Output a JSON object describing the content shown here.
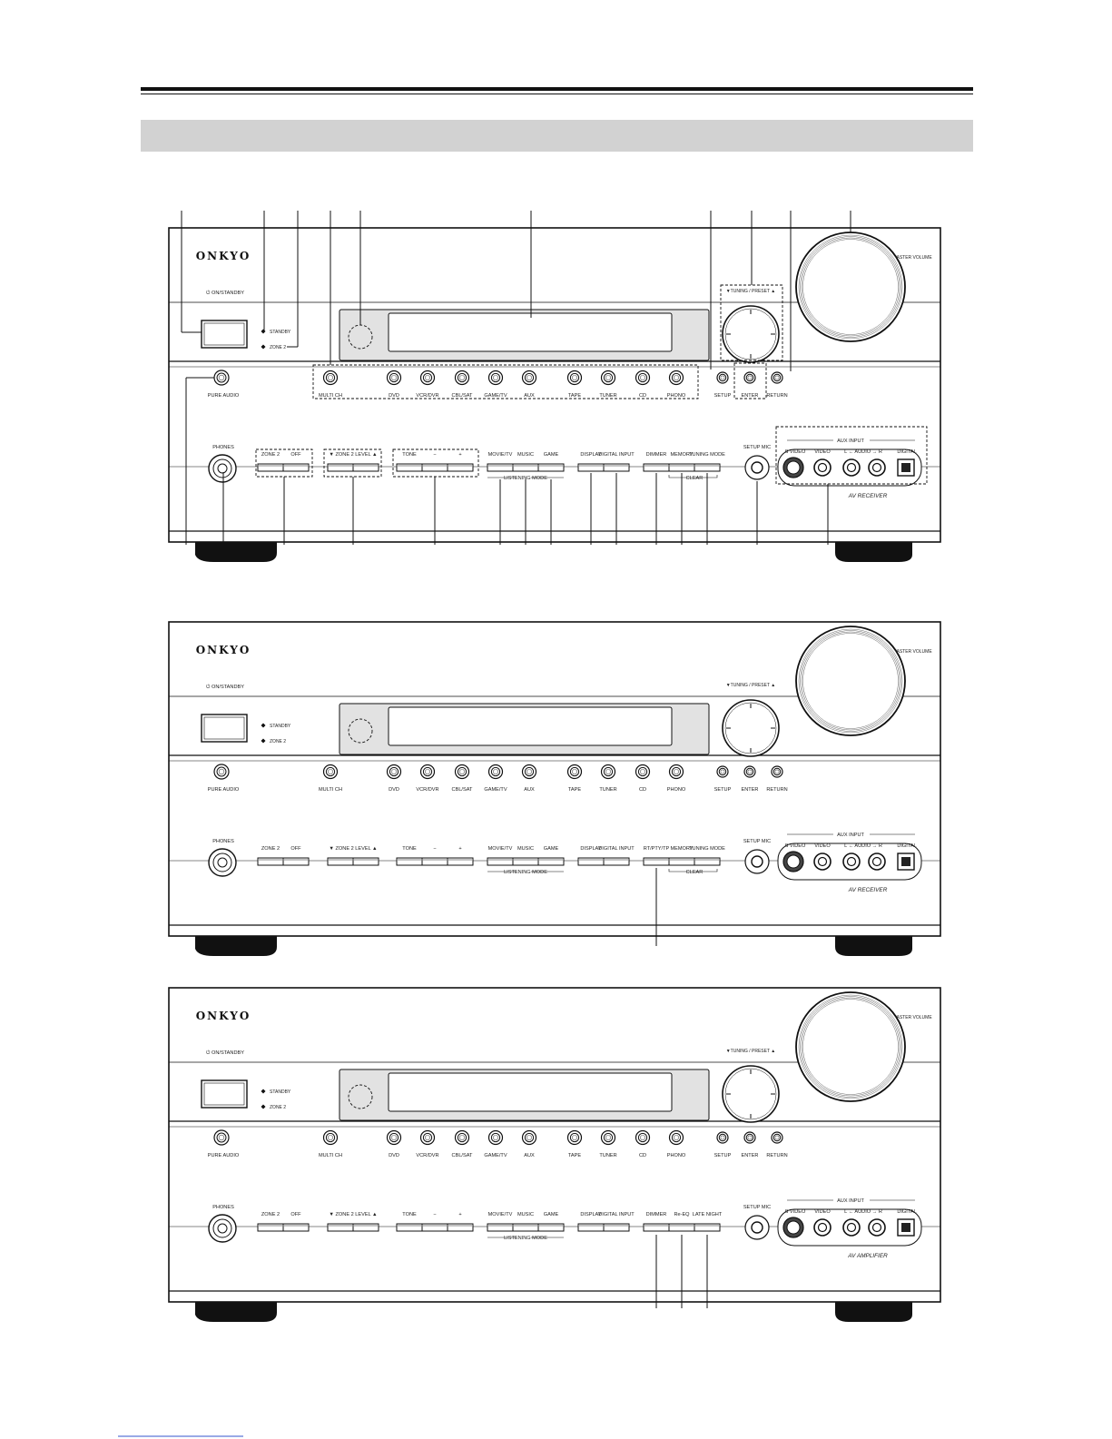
{
  "brand": "ONKYO",
  "power": "ON/STANDBY",
  "indicators": [
    "STANDBY",
    "ZONE 2"
  ],
  "top_buttons": {
    "pure_audio": "PURE AUDIO",
    "inputs": [
      "MULTI CH",
      "DVD",
      "VCR/DVR",
      "CBL/SAT",
      "GAME/TV",
      "AUX",
      "TAPE",
      "TUNER",
      "CD",
      "PHONO"
    ],
    "setup_group": [
      "SETUP",
      "ENTER",
      "RETURN"
    ]
  },
  "tuning_label": "TUNING / PRESET",
  "master_volume": "MASTER VOLUME",
  "phones": "PHONES",
  "zone2_buttons": [
    "ZONE 2",
    "OFF"
  ],
  "zone2_level": "ZONE 2 LEVEL",
  "tone_buttons": [
    "TONE",
    "−",
    "+"
  ],
  "listening_buttons": [
    "MOVIE/TV",
    "MUSIC",
    "GAME"
  ],
  "listening_mode": "LISTENING MODE",
  "display_buttons": [
    "DISPLAY",
    "DIGITAL INPUT"
  ],
  "clear_label": "CLEAR",
  "setup_mic": "SETUP MIC",
  "aux_input": {
    "title": "AUX INPUT",
    "labels": [
      "S VIDEO",
      "VIDEO",
      "L ← AUDIO → R",
      "DIGITAL"
    ]
  },
  "panels": [
    {
      "right_buttons": [
        "DIMMER",
        "MEMORY",
        "TUNING MODE"
      ],
      "model": "AV RECEIVER"
    },
    {
      "right_buttons": [
        "RT/PTY/TP",
        "MEMORY",
        "TUNING MODE"
      ],
      "model": "AV RECEIVER"
    },
    {
      "right_buttons": [
        "DIMMER",
        "Re-EQ",
        "LATE NIGHT"
      ],
      "model": "AV AMPLIFIER"
    }
  ],
  "footer_link": ""
}
